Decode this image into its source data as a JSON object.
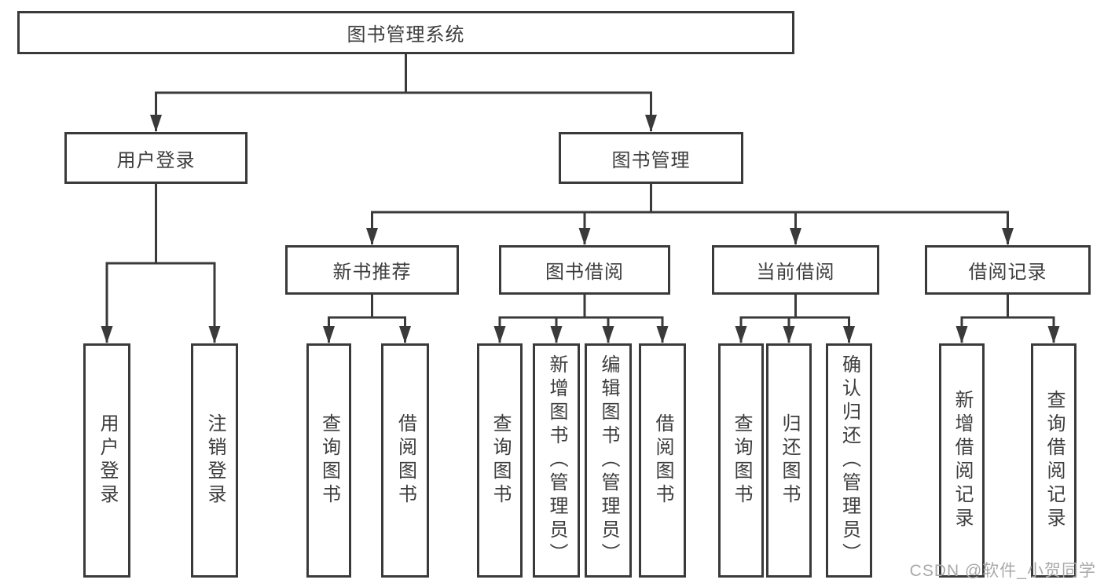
{
  "diagram": {
    "root": {
      "label": "图书管理系统"
    },
    "branches": [
      {
        "label": "用户登录",
        "children": [
          {
            "label": "用户登录"
          },
          {
            "label": "注销登录"
          }
        ]
      },
      {
        "label": "图书管理",
        "children": [
          {
            "label": "新书推荐",
            "children": [
              {
                "label": "查询图书"
              },
              {
                "label": "借阅图书"
              }
            ]
          },
          {
            "label": "图书借阅",
            "children": [
              {
                "label": "查询图书"
              },
              {
                "label": "新增图书（管理员）"
              },
              {
                "label": "编辑图书（管理员）"
              },
              {
                "label": "借阅图书"
              }
            ]
          },
          {
            "label": "当前借阅",
            "children": [
              {
                "label": "查询图书"
              },
              {
                "label": "归还图书"
              },
              {
                "label": "确认归还（管理员）"
              }
            ]
          },
          {
            "label": "借阅记录",
            "children": [
              {
                "label": "新增借阅记录"
              },
              {
                "label": "查询借阅记录"
              }
            ]
          }
        ]
      }
    ]
  },
  "watermark": {
    "text": "CSDN @软件_小贺同学"
  },
  "colors": {
    "line": "#3a3a3a",
    "text": "#3d3d3d",
    "box_fill": "#ffffff",
    "background": "#ffffff",
    "watermark": "#a9a9a9"
  }
}
